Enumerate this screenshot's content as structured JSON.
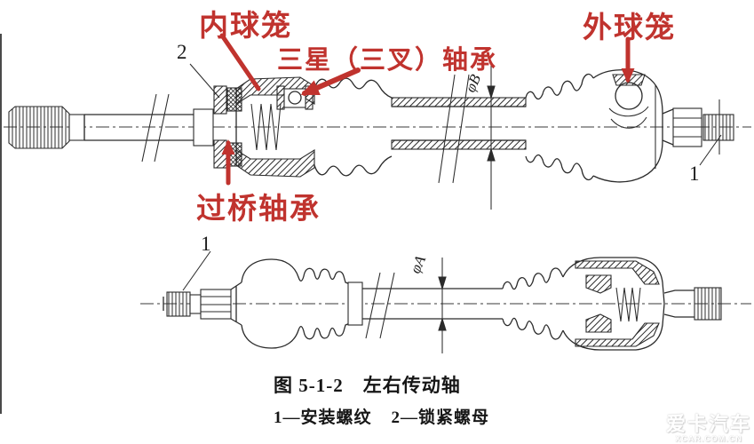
{
  "annotations": {
    "color": "#c0332e",
    "inner_cage": "内球笼",
    "tripod_bearing": "三星（三叉）轴承",
    "outer_cage": "外球笼",
    "bridge_bearing": "过桥轴承"
  },
  "callouts": {
    "lock_nut_number": "2",
    "thread_number_top": "1",
    "thread_number_bottom": "1"
  },
  "dimensions": {
    "outer_shaft_diameter": "φB",
    "inner_shaft_diameter": "φA"
  },
  "caption": {
    "figure_no": "图 5-1-2",
    "title": "左右传动轴",
    "legend_thread": "1—安装螺纹",
    "legend_nut": "2—锁紧螺母"
  },
  "watermark": {
    "brand": "爱卡汽车",
    "site": "XCAR.COM.CN"
  }
}
